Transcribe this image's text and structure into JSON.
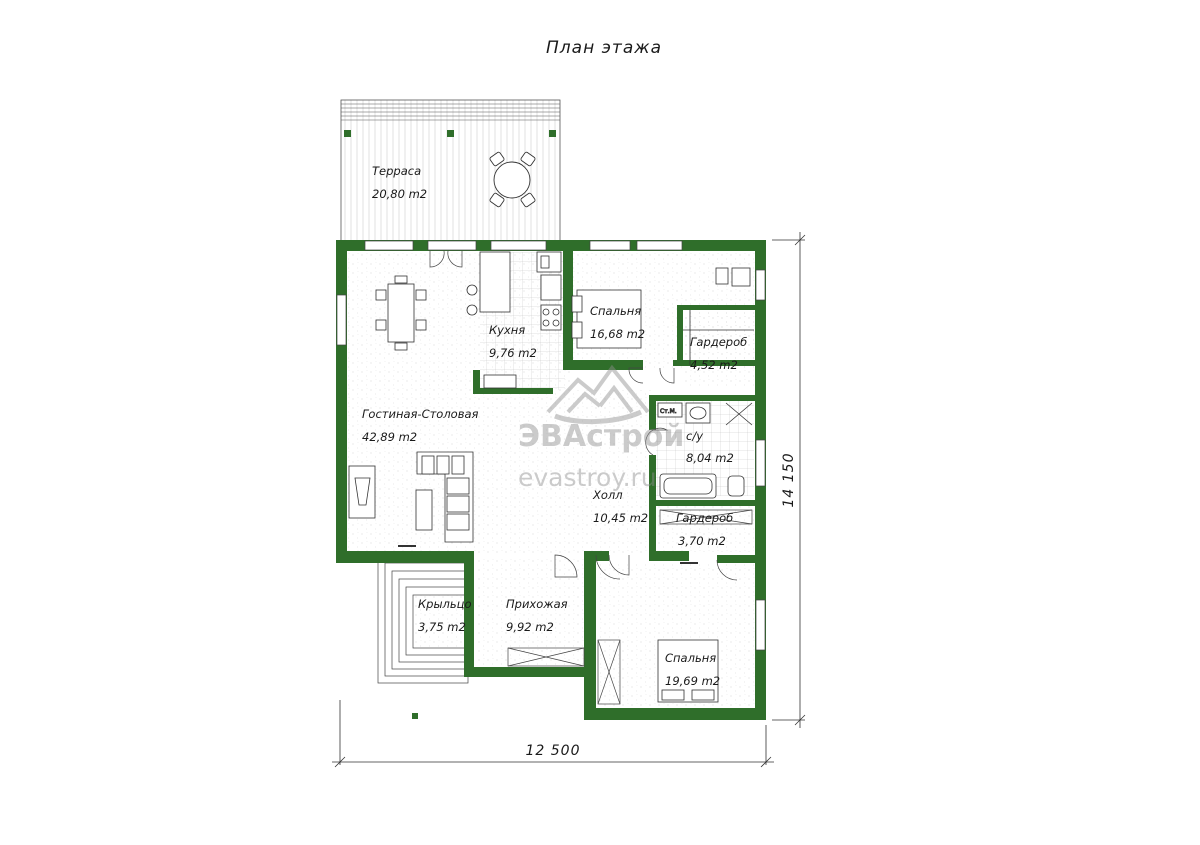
{
  "title": "План этажа",
  "watermark": {
    "brand": "ЭВАстрой",
    "site": "evastroy.ru"
  },
  "colors": {
    "wall": "#2f6e2a",
    "floor_dots": "#c9c9c9",
    "tile": "#bdbdbd",
    "line": "#333333"
  },
  "rooms": [
    {
      "name": "Терраса",
      "area": "20,80 m2"
    },
    {
      "name": "Кухня",
      "area": "9,76 m2"
    },
    {
      "name": "Гостиная-Столовая",
      "area": "42,89 m2"
    },
    {
      "name": "Спальня",
      "area": "16,68 m2"
    },
    {
      "name": "Гардероб",
      "area": "4,52 m2"
    },
    {
      "name": "с/у",
      "area": "8,04 m2"
    },
    {
      "name": "Холл",
      "area": "10,45 m2"
    },
    {
      "name": "Гардероб",
      "area": "3,70 m2"
    },
    {
      "name": "Крыльцо",
      "area": "3,75 m2"
    },
    {
      "name": "Прихожая",
      "area": "9,92 m2"
    },
    {
      "name": "Спальня",
      "area": "19,69 m2"
    }
  ],
  "dimensions": {
    "width": "12 500",
    "height": "14 150"
  },
  "fixture_labels": {
    "stm": "Ст.М."
  }
}
